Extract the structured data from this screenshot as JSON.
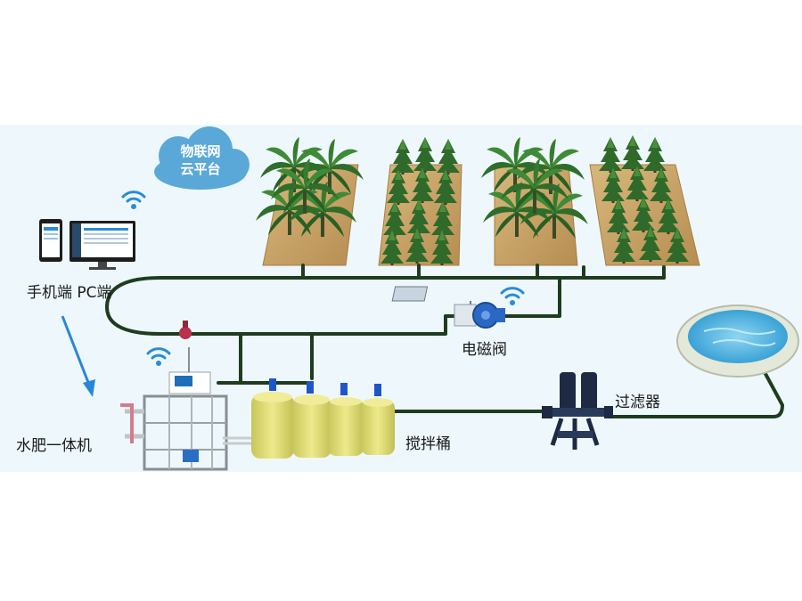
{
  "cloud": {
    "line1": "物联网",
    "line2": "云平台"
  },
  "labels": {
    "terminals": "手机端 PC端",
    "valve": "电磁阀",
    "filter": "过滤器",
    "fertigation": "水肥一体机",
    "tanks": "搅拌桶"
  },
  "colors": {
    "panel": "#eef8fc",
    "pipe": "#1e3d1e",
    "cloud": "#5aa8d8",
    "tank": "#e3e07a",
    "water": "#5ab8e0",
    "arrow": "#2a86d6",
    "soil": "#c9a66b"
  },
  "icons": [
    "cloud-icon",
    "wifi-icon",
    "phone-icon",
    "monitor-icon",
    "solenoid-valve-icon",
    "filter-icon",
    "pond-icon",
    "tank-icon",
    "fertigation-machine-icon",
    "tree-icon",
    "palm-icon"
  ]
}
